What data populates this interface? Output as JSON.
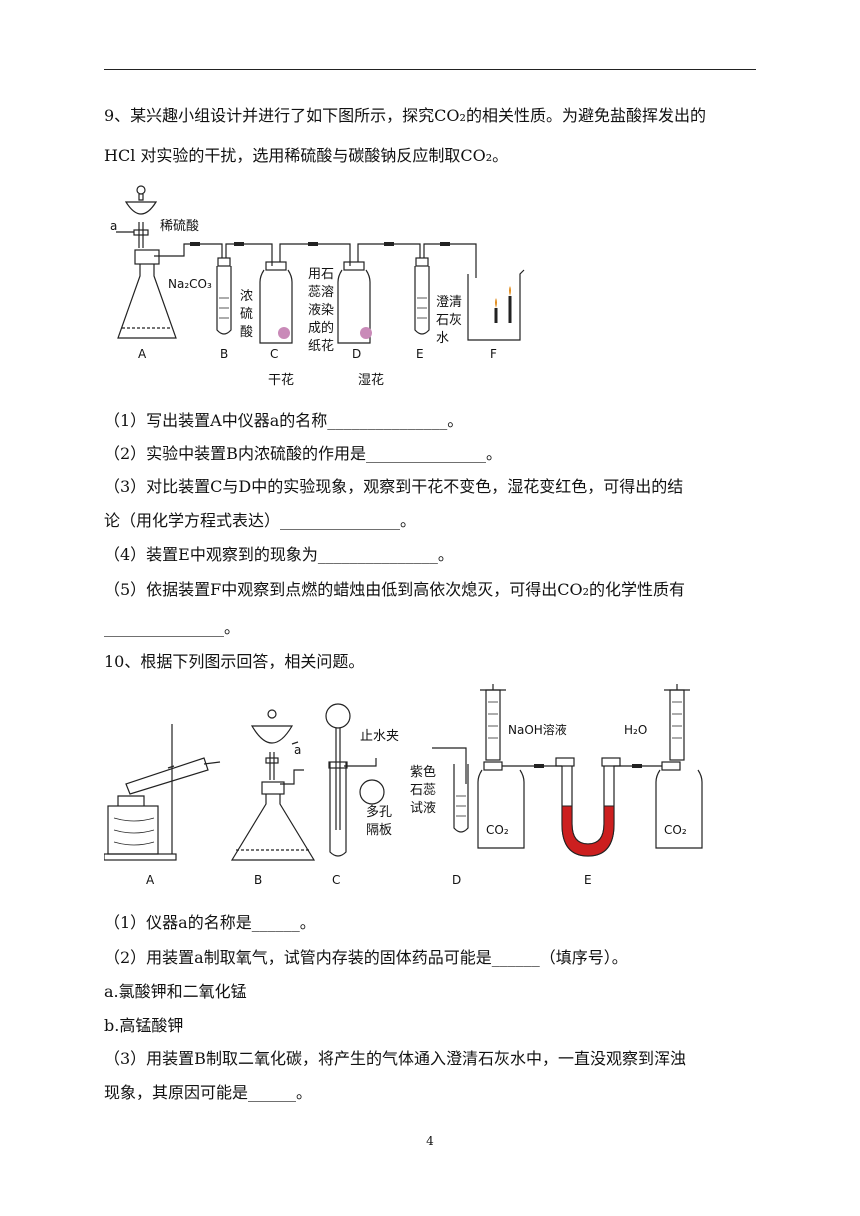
{
  "q9": {
    "intro_1": "9、某兴趣小组设计并进行了如下图所示，探究CO₂的相关性质。为避免盐酸挥发出的",
    "intro_2": "HCl 对实验的干扰，选用稀硫酸与碳酸钠反应制取CO₂。",
    "diagram": {
      "label_a": "a",
      "acid": "稀硫酸",
      "na2co3": "Na₂CO₃",
      "conc_acid": [
        "浓",
        "硫",
        "酸"
      ],
      "flower_note": [
        "用石",
        "蕊溶",
        "液染",
        "成的",
        "纸花"
      ],
      "limewater": [
        "澄清",
        "石灰",
        "水"
      ],
      "dry": "干花",
      "wet": "湿花",
      "letters": [
        "A",
        "B",
        "C",
        "D",
        "E",
        "F"
      ]
    },
    "q1": "（1）写出装置A中仪器a的名称_______________。",
    "q2": "（2）实验中装置B内浓硫酸的作用是_______________。",
    "q3a": "（3）对比装置C与D中的实验现象，观察到干花不变色，湿花变红色，可得出的结",
    "q3b": "论（用化学方程式表达）_______________。",
    "q4": "（4）装置E中观察到的现象为_______________。",
    "q5a": "（5）依据装置F中观察到点燃的蜡烛由低到高依次熄灭，可得出CO₂的化学性质有",
    "q5b": "_______________。"
  },
  "q10": {
    "intro": "10、根据下列图示回答，相关问题。",
    "diagram": {
      "label_a": "a",
      "clamp": "止水夹",
      "plate": [
        "多孔",
        "隔板"
      ],
      "litmus": [
        "紫色",
        "石蕊",
        "试液"
      ],
      "naoh": "NaOH溶液",
      "h2o": "H₂O",
      "co2": "CO₂",
      "letters": [
        "A",
        "B",
        "C",
        "D",
        "E"
      ]
    },
    "q1": "（1）仪器a的名称是______。",
    "q2": "（2）用装置a制取氧气，试管内存装的固体药品可能是______（填序号）。",
    "opt_a": "a.氯酸钾和二氧化锰",
    "opt_b": " b.高锰酸钾",
    "q3a": "（3）用装置B制取二氧化碳，将产生的气体通入澄清石灰水中，一直没观察到浑浊",
    "q3b": "现象，其原因可能是______。"
  },
  "page_number": "4"
}
